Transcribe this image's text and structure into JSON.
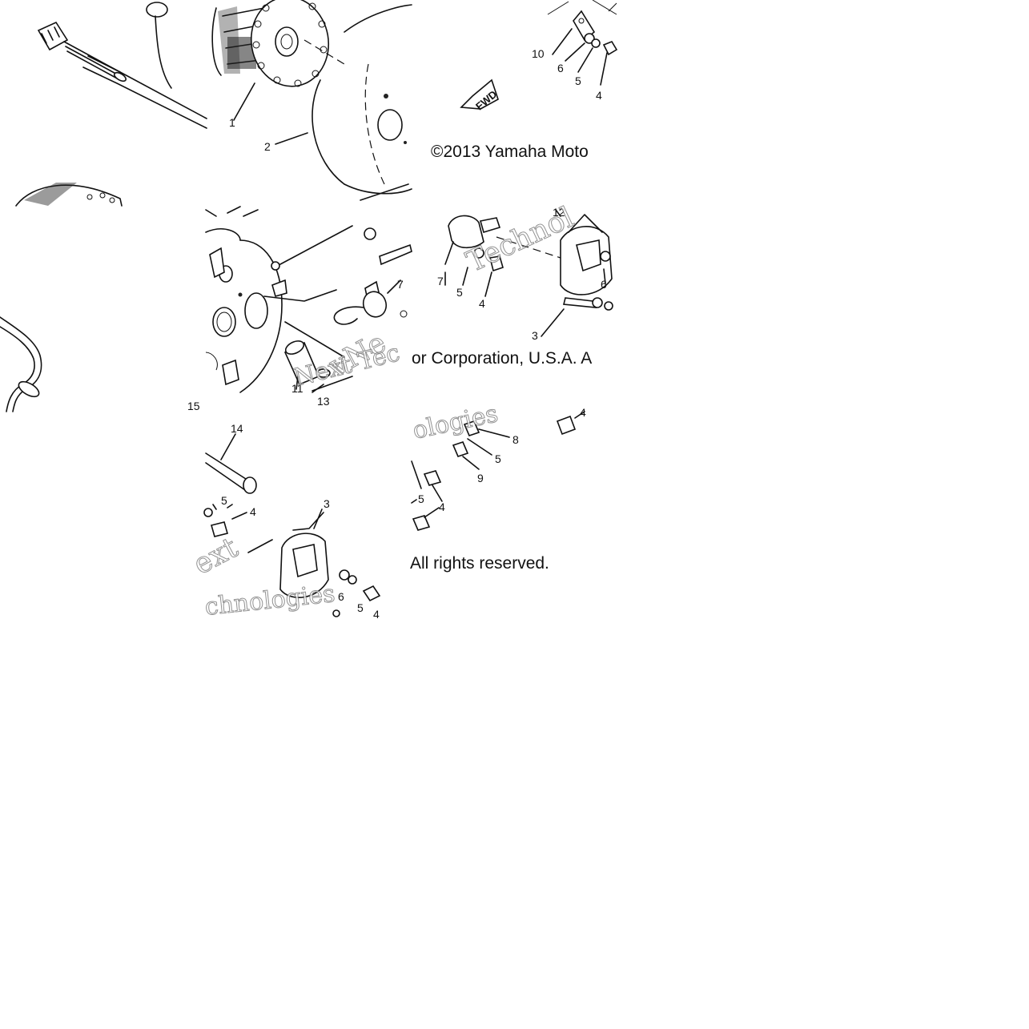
{
  "copyright": {
    "line1": "©2013 Yamaha Moto",
    "line2": "or Corporation, U.S.A. A",
    "line3": "All rights reserved."
  },
  "fwd_marker": "FWD",
  "watermarks": {
    "wm1": "Technol",
    "wm2": "vNe",
    "wm3": "Next Tec",
    "wm4": "ologies",
    "wm5": "ext",
    "wm6": "chnologies"
  },
  "callouts": [
    {
      "id": "c1",
      "label": "1"
    },
    {
      "id": "c2",
      "label": "2"
    },
    {
      "id": "c10",
      "label": "10"
    },
    {
      "id": "c6a",
      "label": "6"
    },
    {
      "id": "c5a",
      "label": "5"
    },
    {
      "id": "c4a",
      "label": "4"
    },
    {
      "id": "c12",
      "label": "12"
    },
    {
      "id": "c7a",
      "label": "7"
    },
    {
      "id": "c5b",
      "label": "5"
    },
    {
      "id": "c4b",
      "label": "4"
    },
    {
      "id": "c6b",
      "label": "6"
    },
    {
      "id": "c3a",
      "label": "3"
    },
    {
      "id": "c7b",
      "label": "7"
    },
    {
      "id": "c11",
      "label": "11"
    },
    {
      "id": "c13",
      "label": "13"
    },
    {
      "id": "c15",
      "label": "15"
    },
    {
      "id": "c14",
      "label": "14"
    },
    {
      "id": "c5c",
      "label": "5"
    },
    {
      "id": "c4c",
      "label": "4"
    },
    {
      "id": "c3b",
      "label": "3"
    },
    {
      "id": "c6c",
      "label": "6"
    },
    {
      "id": "c5d",
      "label": "5"
    },
    {
      "id": "c4d",
      "label": "4"
    },
    {
      "id": "c8",
      "label": "8"
    },
    {
      "id": "c5e",
      "label": "5"
    },
    {
      "id": "c9",
      "label": "9"
    },
    {
      "id": "c5f",
      "label": "5"
    },
    {
      "id": "c4e",
      "label": "4"
    },
    {
      "id": "c4f",
      "label": "4"
    }
  ]
}
